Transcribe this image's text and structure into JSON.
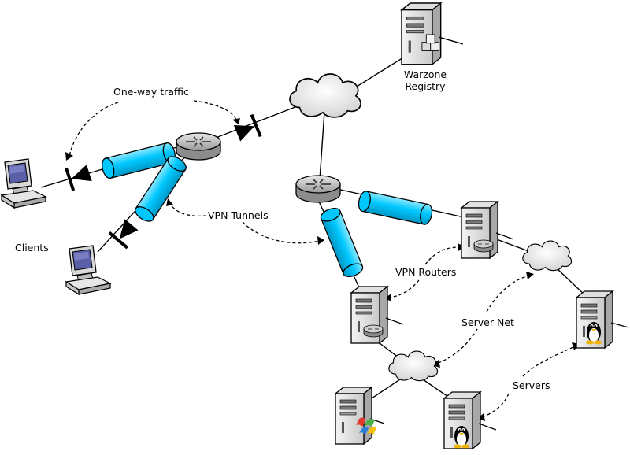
{
  "labels": {
    "one_way_traffic": "One-way traffic",
    "warzone_registry_line1": "Warzone",
    "warzone_registry_line2": "Registry",
    "vpn_tunnels": "VPN Tunnels",
    "clients": "Clients",
    "vpn_routers": "VPN Routers",
    "server_net": "Server Net",
    "servers": "Servers"
  },
  "colors": {
    "tunnel": "#00c8ff",
    "router": "#bfbfbf",
    "cloud": "#e6e6e6",
    "line": "#000000"
  },
  "icons": {
    "client_pc": "desktop-computer-icon",
    "router": "router-icon",
    "cloud": "network-cloud-icon",
    "server": "server-tower-icon",
    "linux": "tux-penguin-icon",
    "windows": "windows-logo-icon",
    "diode": "one-way-diode-icon"
  }
}
